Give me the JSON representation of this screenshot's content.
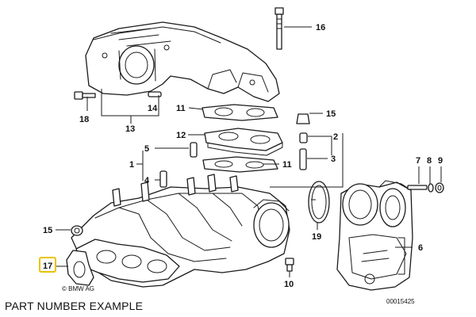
{
  "caption": "PART NUMBER EXAMPLE",
  "doc_id": "00015425",
  "copyright": "© BMW AG",
  "highlight_color": "#e8c300",
  "callouts": {
    "c16": "16",
    "c15a": "15",
    "c11a": "11",
    "c12": "12",
    "c2": "2",
    "c5": "5",
    "c1": "1",
    "c4": "4",
    "c11b": "11",
    "c3": "3",
    "c18": "18",
    "c13": "13",
    "c14": "14",
    "c7": "7",
    "c8": "8",
    "c9": "9",
    "c15b": "15",
    "c17": "17",
    "c19": "19",
    "c6": "6",
    "c10": "10"
  }
}
